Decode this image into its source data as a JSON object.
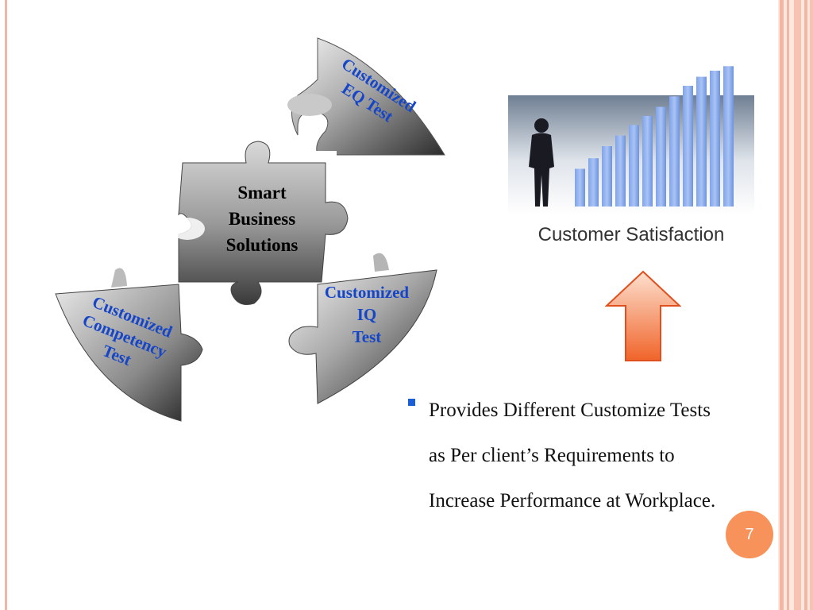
{
  "slide": {
    "puzzle": {
      "center": [
        "Smart",
        "Business",
        "Solutions"
      ],
      "eq": [
        "Customized",
        "EQ Test"
      ],
      "iq": [
        "Customized",
        "IQ",
        "Test"
      ],
      "competency": [
        "Customized",
        "Competency",
        "Test"
      ]
    },
    "photo": {
      "caption": "Customer Satisfaction",
      "bar_levels": [
        0.25,
        0.32,
        0.4,
        0.47,
        0.54,
        0.6,
        0.66,
        0.73,
        0.8,
        0.86,
        0.9,
        0.93
      ]
    },
    "bullet": {
      "lines": [
        "Provides Different Customize Tests",
        "as Per client’s  Requirements to",
        "Increase Performance at Workplace."
      ]
    },
    "page_number": "7"
  },
  "colors": {
    "accent_orange": "#f7935a",
    "label_blue": "#1646c8",
    "stripe": "#f4b6a4"
  }
}
